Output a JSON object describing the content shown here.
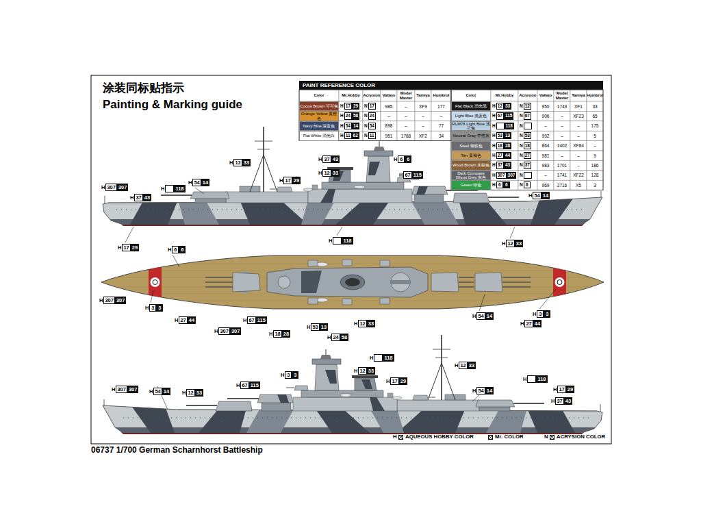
{
  "diagram": {
    "title": "Painting & Marking guide",
    "caption": "06737 1/700 German Scharnhorst Battleship",
    "labels": [
      "涂装同标贴指示",
      "PAINT REFERENCE COLOR",
      "Color",
      "Mr.Hobby",
      "Acrysion",
      "Vallejo",
      "Model Master",
      "Tamiya",
      "Humbrol",
      "Color",
      "Mr.Hobby",
      "Acrysion",
      "Vallejo",
      "Model Master",
      "Tamiya",
      "Humbrol",
      "H",
      "17",
      "29",
      "N",
      "17",
      "985",
      "–",
      "XF9",
      "177",
      "H",
      "24",
      "58",
      "N",
      "24",
      "–",
      "–",
      "–",
      "–",
      "H",
      "54",
      "14",
      "N",
      "54",
      "898",
      "–",
      "–",
      "77",
      "H",
      "11",
      "62",
      "N",
      "11",
      "951",
      "1768",
      "XF2",
      "34",
      "H",
      "12",
      "33",
      "N",
      "12",
      "950",
      "1749",
      "XF1",
      "33",
      "H",
      "67",
      "115",
      "N",
      "67",
      "906",
      "–",
      "XF23",
      "65",
      "H",
      "118",
      "N",
      "–",
      "–",
      "–",
      "175",
      "H",
      "53",
      "13",
      "N",
      "53",
      "992",
      "–",
      "–",
      "5",
      "H",
      "18",
      "28",
      "N",
      "18",
      "864",
      "1402",
      "XF84",
      "–",
      "H",
      "27",
      "44",
      "N",
      "27",
      "981",
      "–",
      "–",
      "9",
      "H",
      "37",
      "43",
      "N",
      "37",
      "983",
      "1701",
      "–",
      "186",
      "H",
      "307",
      "307",
      "N",
      "–",
      "1741",
      "XF22",
      "128",
      "H",
      "6",
      "6",
      "N",
      "6",
      "969",
      "2716",
      "X5",
      "3",
      "H",
      "307",
      "307",
      "H",
      "37",
      "43",
      "H",
      "118",
      "H",
      "54",
      "14",
      "H",
      "12",
      "33",
      "H",
      "17",
      "29",
      "H",
      "37",
      "43",
      "H",
      "12",
      "33",
      "H",
      "6",
      "6",
      "H",
      "67",
      "115",
      "H",
      "54",
      "14",
      "H",
      "17",
      "29",
      "H",
      "118",
      "H",
      "12",
      "33",
      "H",
      "6",
      "6",
      "H",
      "307",
      "307",
      "H",
      "3",
      "3",
      "H",
      "27",
      "44",
      "H",
      "307",
      "307",
      "H",
      "67",
      "115",
      "H",
      "18",
      "28",
      "H",
      "53",
      "13",
      "H",
      "12",
      "33",
      "H",
      "24",
      "58",
      "H",
      "54",
      "14",
      "H",
      "27",
      "44",
      "H",
      "3",
      "3",
      "H",
      "118",
      "H",
      "12",
      "33",
      "H",
      "3",
      "3",
      "H",
      "12",
      "33",
      "H",
      "17",
      "29",
      "H",
      "118",
      "H",
      "307",
      "307",
      "H",
      "67",
      "115",
      "H",
      "54",
      "14",
      "H",
      "12",
      "33",
      "H",
      "54",
      "14",
      "H",
      "17",
      "29",
      "H",
      "37",
      "43",
      "H",
      "N"
    ],
    "legend": [
      {
        "text": "Cocoa Brown 可可色",
        "color": "#8a3b26"
      },
      {
        "text": "Orange Yellow 黄橙色",
        "color": "#d8902c"
      },
      {
        "text": "Navy Blue 深蓝色",
        "color": "#3b4a6b"
      },
      {
        "text": "Flat White 消光白",
        "color": "#ffffff"
      },
      {
        "text": "Flat Black 消光黑",
        "color": "#1b1b1b"
      },
      {
        "text": "Light Blue 浅蓝色",
        "color": "#c9dded"
      },
      {
        "text": "RLM78 Light Blue 浅兰色",
        "color": "#b7cde0"
      },
      {
        "text": "Neutral Gray 中性灰",
        "color": "#8e8e8e"
      },
      {
        "text": "Steel 钢铁色",
        "color": "#6c6c70"
      },
      {
        "text": "Tan 黄褐色",
        "color": "#c49a5a"
      },
      {
        "text": "Wood Brown 木棕色",
        "color": "#8a6038"
      },
      {
        "text": "Dark Compass Ghost Grey 灰色",
        "color": "#5f6368"
      },
      {
        "text": "Green 绿色",
        "color": "#2f9c48"
      },
      {
        "text": "AQUEOUS HOBBY COLOR"
      },
      {
        "text": "Mr. COLOR"
      },
      {
        "text": "ACRYSION COLOR"
      }
    ]
  }
}
